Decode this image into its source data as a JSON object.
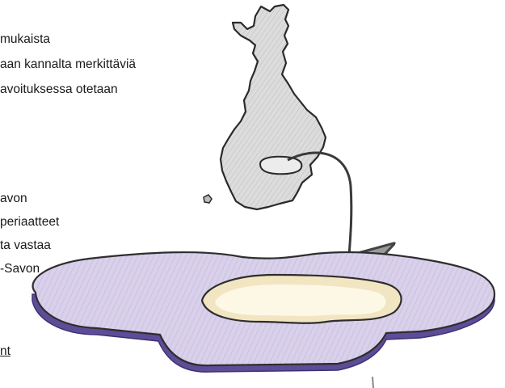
{
  "text_block": {
    "lines": [
      "mukaista",
      "aan kannalta merkittäviä",
      "avoituksessa otetaan",
      "avon",
      "periaatteet",
      "ta vastaa",
      "-Savon"
    ],
    "link": "nt"
  },
  "illustration": {
    "map_shape": "finland-map",
    "arrow": "curved-arrow",
    "region_shape": "region-plate",
    "colors": {
      "map_fill": "#d8d8d8",
      "map_outline": "#2a2a2a",
      "region_fill": "#d7cfe8",
      "region_edge": "#5a4a92",
      "lake_fill": "#fbf3dc",
      "arrow": "#555555"
    }
  }
}
